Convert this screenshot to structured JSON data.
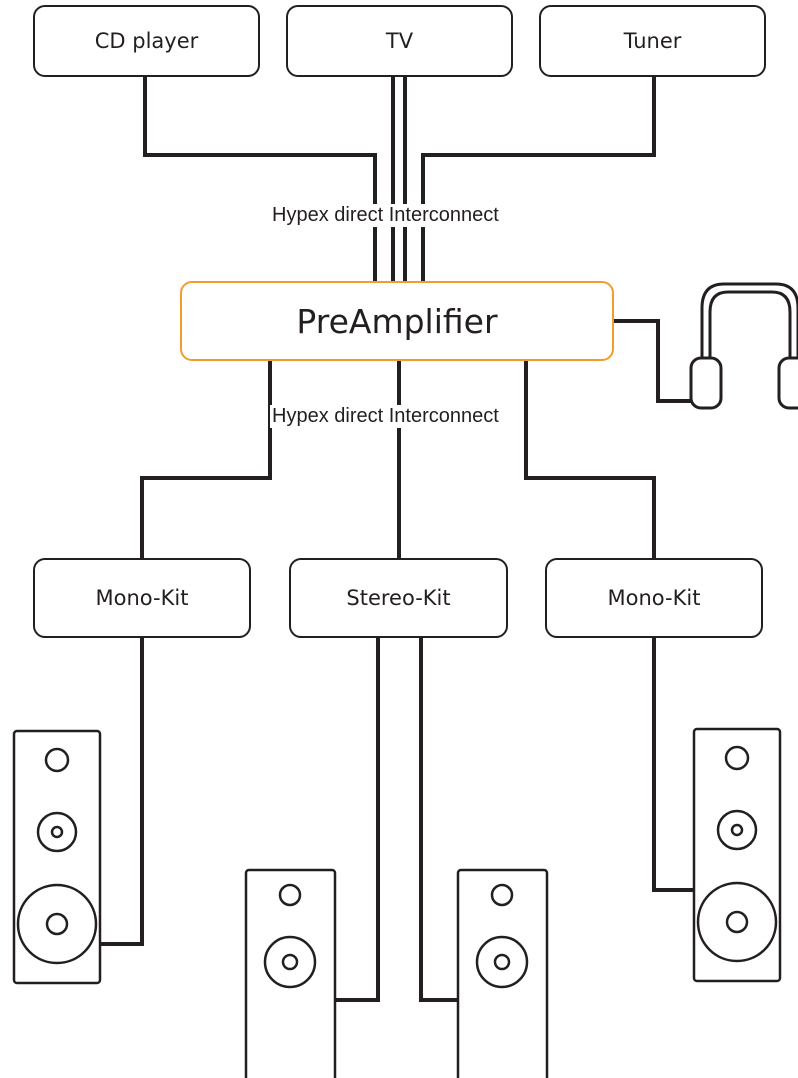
{
  "sources": [
    {
      "label": "CD player"
    },
    {
      "label": "TV"
    },
    {
      "label": "Tuner"
    }
  ],
  "preamp": {
    "label": "PreAmplifier"
  },
  "interconnect_top": {
    "label": "Hypex direct Interconnect"
  },
  "interconnect_bottom": {
    "label": "Hypex direct Interconnect"
  },
  "amplifiers": [
    {
      "label": "Mono-Kit"
    },
    {
      "label": "Stereo-Kit"
    },
    {
      "label": "Mono-Kit"
    }
  ],
  "colors": {
    "line": "#231f20",
    "preamp_border": "#f39c2c"
  },
  "icons": [
    "headphones-icon",
    "floor-speaker-icon",
    "bookshelf-speaker-icon"
  ]
}
